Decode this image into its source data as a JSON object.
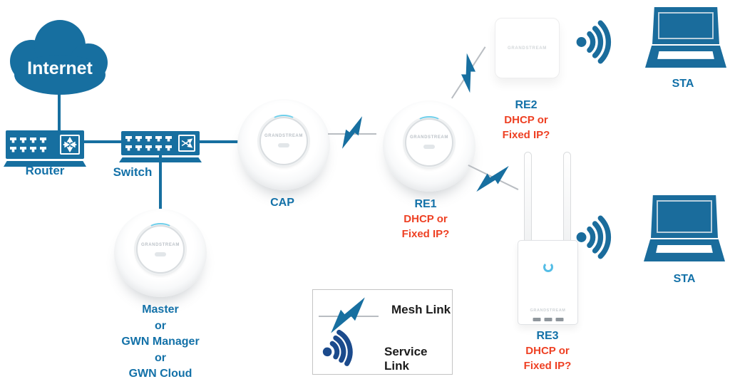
{
  "brand": "GRANDSTREAM",
  "colors": {
    "primary_blue": "#176fa0",
    "laptop_blue": "#1a6c9c",
    "label_blue": "#1371a8",
    "alert_red": "#ee4023",
    "legend_text": "#1c1c1c",
    "service_link_navy": "#1b4a8c",
    "accent_cyan": "#6ed0ec"
  },
  "nodes": {
    "internet": {
      "label": "Internet"
    },
    "router": {
      "label": "Router"
    },
    "switch": {
      "label": "Switch"
    },
    "cap": {
      "label": "CAP"
    },
    "master": {
      "lines": [
        "Master",
        "or",
        "GWN Manager",
        "or",
        "GWN Cloud"
      ]
    },
    "re1": {
      "label": "RE1",
      "question_line1": "DHCP or",
      "question_line2": "Fixed IP?"
    },
    "re2": {
      "label": "RE2",
      "question_line1": "DHCP or",
      "question_line2": "Fixed IP?"
    },
    "re3": {
      "label": "RE3",
      "question_line1": "DHCP or",
      "question_line2": "Fixed IP?"
    },
    "sta_top": {
      "label": "STA"
    },
    "sta_bottom": {
      "label": "STA"
    }
  },
  "legend": {
    "items": [
      {
        "icon": "mesh-bolt-icon",
        "label": "Mesh Link"
      },
      {
        "icon": "wifi-signal-icon",
        "label": "Service Link"
      }
    ]
  }
}
